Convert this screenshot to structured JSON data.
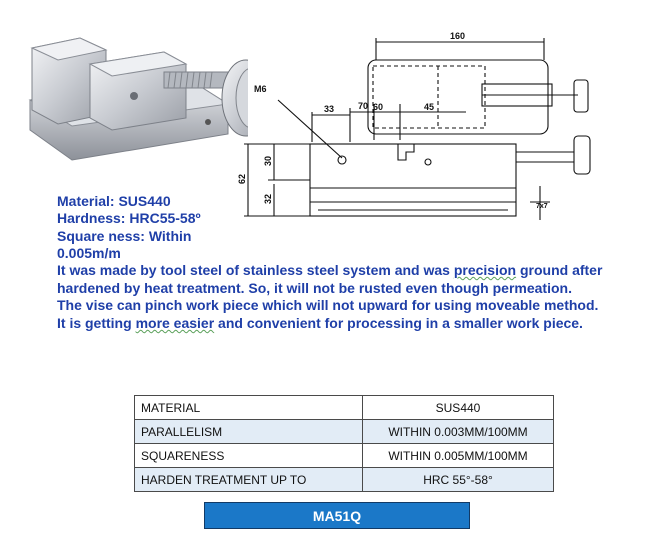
{
  "drawing": {
    "dims": {
      "d160": "160",
      "d33": "33",
      "d70": "70",
      "d60": "60",
      "d45": "45",
      "d30": "30",
      "d62": "62",
      "d32": "32",
      "d7": "7x7"
    },
    "callout_m6": "M6"
  },
  "specs": {
    "material": "Material:  SUS440",
    "hardness": "Hardness:  HRC55-58º",
    "squareness_1": "Square ness:  Within",
    "squareness_2": "0.005m/m"
  },
  "description": {
    "p1a": "It was made by tool steel of stainless steel system and was ",
    "p1b": "precision",
    "p1c": "  ground after hardened  by heat treatment.  So, it will not be rusted even though permeation.",
    "p2": "The vise can pinch work piece which will not upward for using moveable method.",
    "p3a": "It is getting ",
    "p3b": "more easier",
    "p3c": " and convenient  for processing  in a smaller work piece."
  },
  "table": {
    "rows": [
      {
        "label": "MATERIAL",
        "value": "SUS440"
      },
      {
        "label": "PARALLELISM",
        "value": "WITHIN  0.003MM/100MM"
      },
      {
        "label": "SQUARENESS",
        "value": "WITHIN  0.005MM/100MM"
      },
      {
        "label": "HARDEN TREATMENT UP TO",
        "value": "HRC 55°-58°"
      }
    ]
  },
  "model": "MA51Q"
}
